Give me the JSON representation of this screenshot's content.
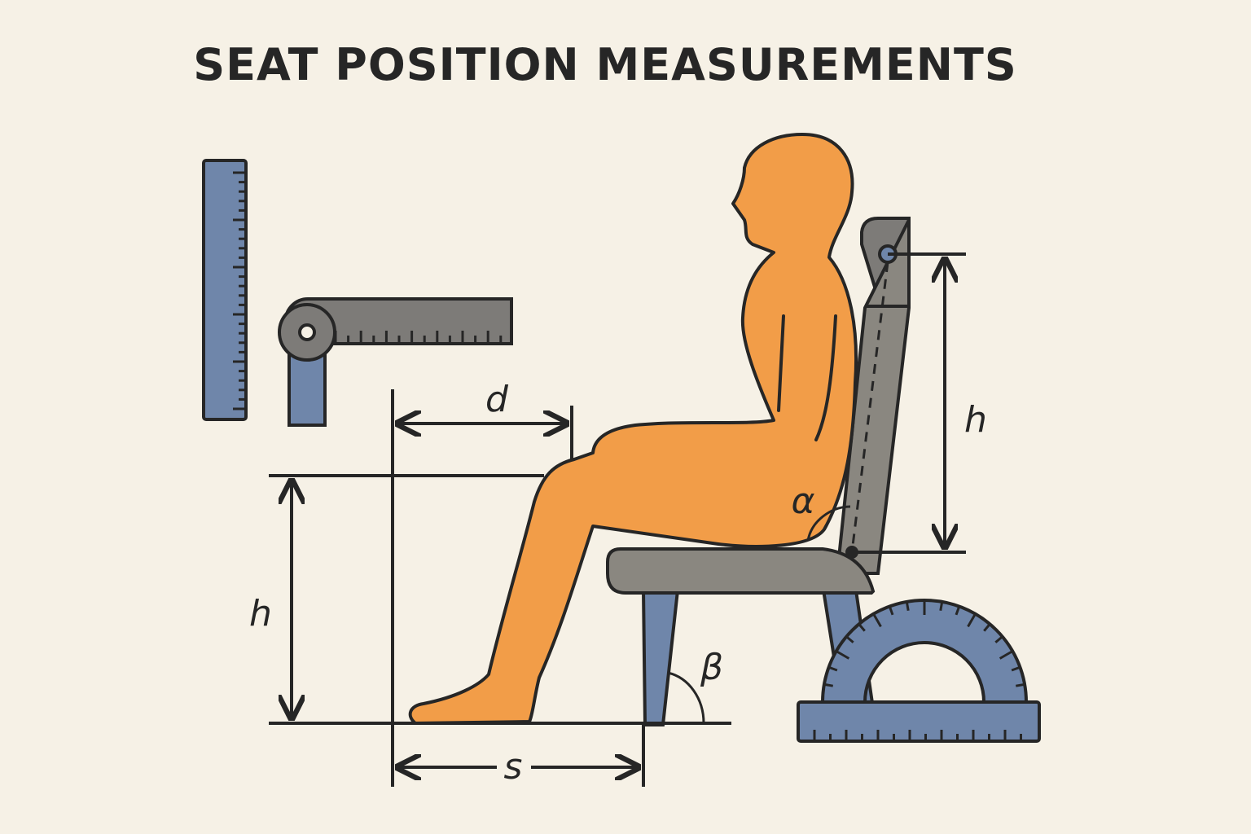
{
  "title": "SEAT POSITION MEASUREMENTS",
  "labels": {
    "distance": "d",
    "knee_height": "h",
    "backrest_height": "h",
    "seat_offset": "s",
    "back_angle": "α",
    "leg_angle": "β"
  },
  "colors": {
    "background": "#f6f1e6",
    "figure": "#f29d48",
    "seat": "#8a8780",
    "tool_blue": "#6f86aa",
    "tool_gray": "#7d7b78",
    "outline": "#262626"
  },
  "icons": [
    "vertical-ruler-icon",
    "l-square-icon",
    "protractor-icon"
  ]
}
